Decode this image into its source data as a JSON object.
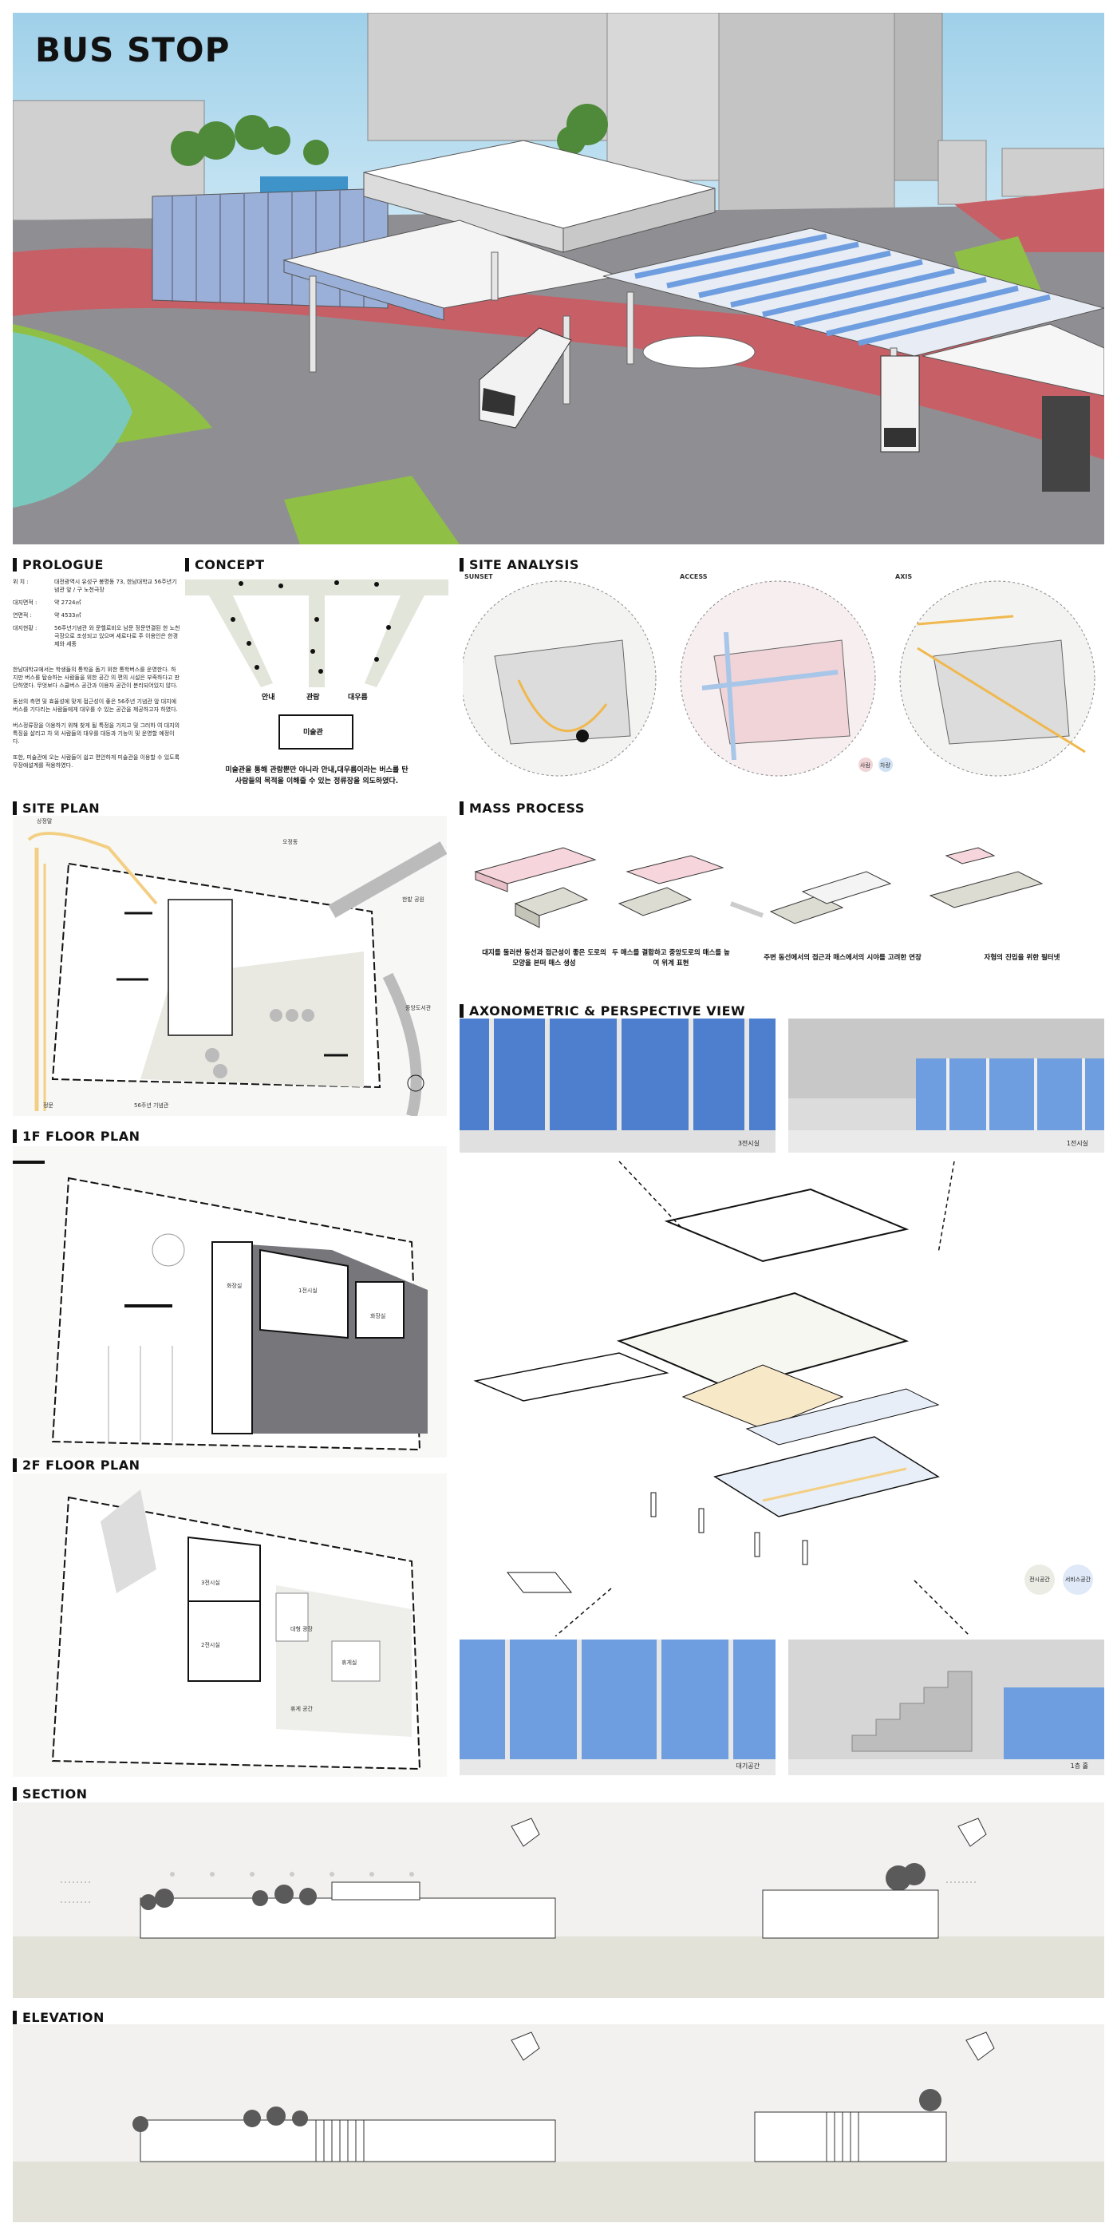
{
  "title": "BUS STOP",
  "sections": {
    "prologue": "PROLOGUE",
    "concept": "CONCEPT",
    "site_analysis": "SITE ANALYSIS",
    "site_plan": "SITE PLAN",
    "mass_process": "MASS PROCESS",
    "axono": "AXONOMETRIC & PERSPECTIVE VIEW",
    "floor1": "1F FLOOR PLAN",
    "floor2": "2F FLOOR PLAN",
    "section": "SECTION",
    "elevation": "ELEVATION"
  },
  "prologue": {
    "rows": [
      {
        "k": "위    치 :",
        "v": "대전광역시 유성구 봉명동 73, 한남대학교 56주년기념관 앞 / 구 노천극장"
      },
      {
        "k": "대지면적 :",
        "v": "약 2724㎡"
      },
      {
        "k": "연면적 :",
        "v": "약 4533㎡"
      },
      {
        "k": "대지현황 :",
        "v": "56주년기념관 와 문헬로비오 남문 정문연결된 한 노천극장으로 조성되고 있으며 세로다로 주 이용인은 한경제와 세종"
      }
    ],
    "paragraphs": [
      "한남대학교에서는 학생들의 통학을 돕기 위한 통학버스를 운영한다. 하지만 버스를 탑승하는 사람들을 위한 공간 의 편의 시설은 부족하다고 판단하였다. 무엇보다 스쿨버스 공간과 이용자 공간이 분리되어있지 않다.",
      "동선의 측면 및 효율성에 맞게 접근성이 좋은 56주년 기념관 앞 대지에 버스를 기다리는 사람들에게 대우를 수 있는 공간을 제공하고자 하였다.",
      "버스정류장을 이용하기 위해 찾게 될 특정을 가지고 및 그러하 여 대지의 특징을 살리고 차 외 사람들의 대우를 대등과 기능이 및 운영할 예정이다.",
      "또한, 미술관에 오는 사람들이 쉽고 편안하게 미술관을 이용할 수 있도록 무장애설계를 적용하였다."
    ]
  },
  "concept": {
    "labels": [
      "안내",
      "관람",
      "대우름"
    ],
    "museum": "미술관",
    "text_line1": "미술관을 통해 관람뿐만 아니라 안내,대우름이라는 버스를 탄",
    "text_line2": "사람들의 목적을 이해줄 수 있는 정류장을 의도하였다."
  },
  "site_analysis": {
    "labels": [
      "SUNSET",
      "ACCESS",
      "AXIS"
    ],
    "legend": [
      "사람",
      "차량"
    ]
  },
  "site_plan": {
    "labels": [
      "상정말",
      "오정동",
      "한밭 공원",
      "중앙도서관",
      "정문",
      "56주년 기념관"
    ]
  },
  "mass_process": {
    "captions": [
      "대지를 둘러싼 동선과 접근성이 좋은 도로의 모양을 본떠 매스 생성",
      "두 매스를 결합하고 중앙도로의 매스를 높여 위계 표현",
      "주변 동선에서의 접근과 매스에서의 시야를 고려한 연장",
      "자형의 진입을 위한 필터넷"
    ]
  },
  "axono": {
    "photo_labels": [
      "3전시실",
      "1전시실",
      "대기공간",
      "1층 홀"
    ],
    "legend": [
      "전시공간",
      "서비스공간"
    ]
  },
  "floor1": {
    "rooms": [
      "1전시실",
      "화장실",
      "화장실"
    ]
  },
  "floor2": {
    "rooms": [
      "3전시실",
      "2전시실",
      "대형 광장",
      "휴게 공간",
      "휴게실"
    ]
  },
  "colors": {
    "road": "#8f8f93",
    "red_path": "#c75f66",
    "grass": "#8fbf45",
    "glass": "#6f9ee0",
    "sky": "#a9d8ef",
    "yellow_path": "#f3cf83"
  }
}
